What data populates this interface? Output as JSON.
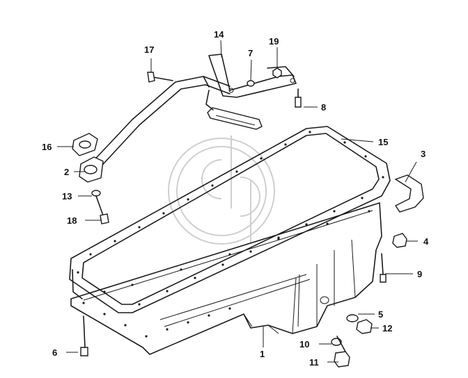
{
  "callouts": [
    {
      "id": "1",
      "text": "1"
    },
    {
      "id": "2",
      "text": "2"
    },
    {
      "id": "3",
      "text": "3"
    },
    {
      "id": "4",
      "text": "4"
    },
    {
      "id": "5",
      "text": "5"
    },
    {
      "id": "6",
      "text": "6"
    },
    {
      "id": "7",
      "text": "7"
    },
    {
      "id": "8",
      "text": "8"
    },
    {
      "id": "9",
      "text": "9"
    },
    {
      "id": "10",
      "text": "10"
    },
    {
      "id": "11",
      "text": "11"
    },
    {
      "id": "12",
      "text": "12"
    },
    {
      "id": "13",
      "text": "13"
    },
    {
      "id": "14",
      "text": "14"
    },
    {
      "id": "15",
      "text": "15"
    },
    {
      "id": "16",
      "text": "16"
    },
    {
      "id": "17",
      "text": "17"
    },
    {
      "id": "18",
      "text": "18"
    },
    {
      "id": "19",
      "text": "19"
    }
  ],
  "colors": {
    "line": "#1a1a1a",
    "watermark": "#cfcfcf",
    "background": "#ffffff"
  }
}
